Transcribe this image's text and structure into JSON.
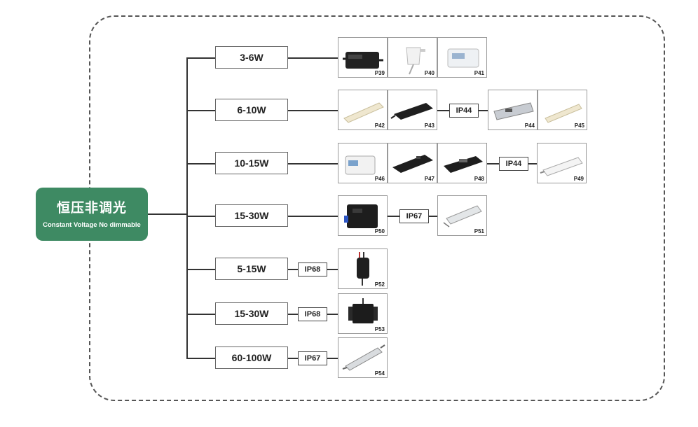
{
  "category": {
    "title_cn": "恒压非调光",
    "title_en": "Constant Voltage No dimmable"
  },
  "colors": {
    "accent": "#3e8a63"
  },
  "rows": [
    {
      "watt": "3-6W",
      "ip": [
        "",
        ""
      ],
      "pages": [
        "P39",
        "P40",
        "P41"
      ]
    },
    {
      "watt": "6-10W",
      "ip": [
        "IP44"
      ],
      "pages": [
        "P42",
        "P43",
        "P44",
        "P45"
      ]
    },
    {
      "watt": "10-15W",
      "ip": [
        "IP44"
      ],
      "pages": [
        "P46",
        "P47",
        "P48",
        "P49"
      ]
    },
    {
      "watt": "15-30W",
      "ip": [
        "IP67"
      ],
      "pages": [
        "P50",
        "P51"
      ]
    },
    {
      "watt": "5-15W",
      "ip": [
        "IP68"
      ],
      "pages": [
        "P52"
      ]
    },
    {
      "watt": "15-30W",
      "ip": [
        "IP68"
      ],
      "pages": [
        "P53"
      ]
    },
    {
      "watt": "60-100W",
      "ip": [
        "IP67"
      ],
      "pages": [
        "P54"
      ]
    }
  ]
}
